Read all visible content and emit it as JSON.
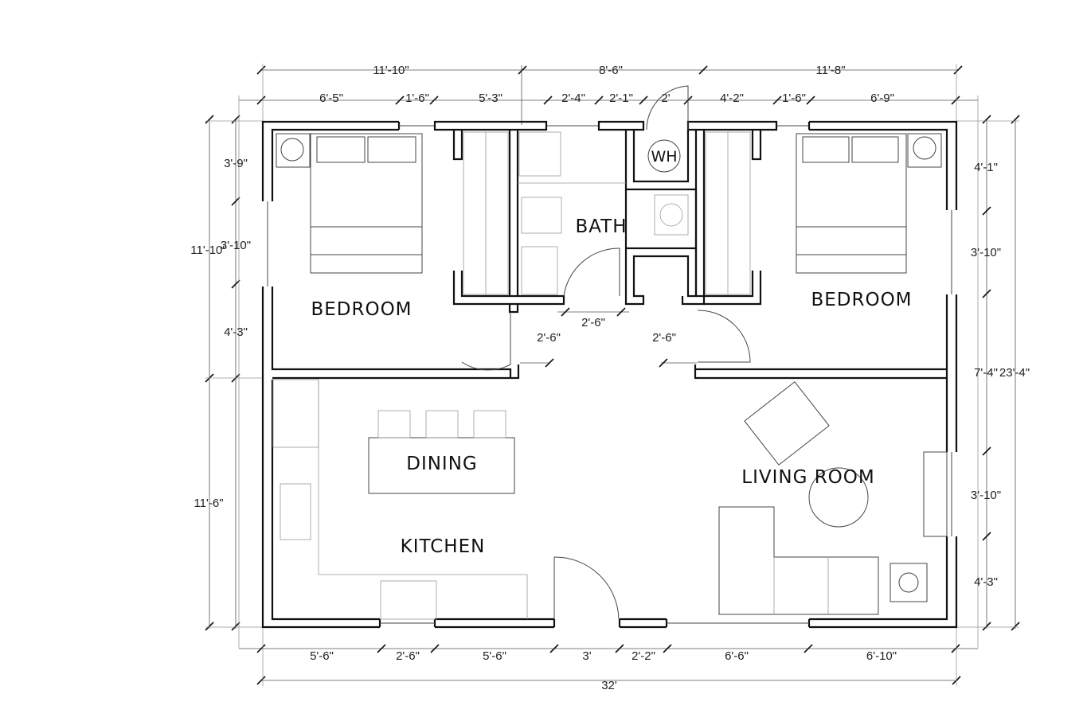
{
  "rooms": {
    "bedroom_left": "BEDROOM",
    "bath": "BATH",
    "water_heater": "WH",
    "bedroom_right": "BEDROOM",
    "dining": "DINING",
    "kitchen": "KITCHEN",
    "living_room": "LIVING ROOM"
  },
  "top_dimensions": {
    "overall": [
      "11'-10\"",
      "8'-6\"",
      "11'-8\""
    ],
    "detail": [
      "6'-5\"",
      "1'-6\"",
      "5'-3\"",
      "2'-4\"",
      "2'-1\"",
      "2'",
      "4'-2\"",
      "1'-6\"",
      "6'-9\""
    ]
  },
  "bottom_dimensions": {
    "detail": [
      "5'-6\"",
      "2'-6\"",
      "5'-6\"",
      "3'",
      "2'-2\"",
      "6'-6\"",
      "6'-10\""
    ],
    "overall": "32'"
  },
  "left_dimensions": {
    "detail": [
      "3'-9\"",
      "3'-10\"",
      "4'-3\"",
      "11'-6\""
    ],
    "overall": "11'-10\""
  },
  "right_dimensions": {
    "detail": [
      "4'-1\"",
      "3'-10\"",
      "7'-4\"",
      "3'-10\"",
      "4'-3\""
    ],
    "overall": "23'-4\""
  },
  "door_dimensions": [
    "2'-6\"",
    "2'-6\"",
    "2'-6\""
  ]
}
